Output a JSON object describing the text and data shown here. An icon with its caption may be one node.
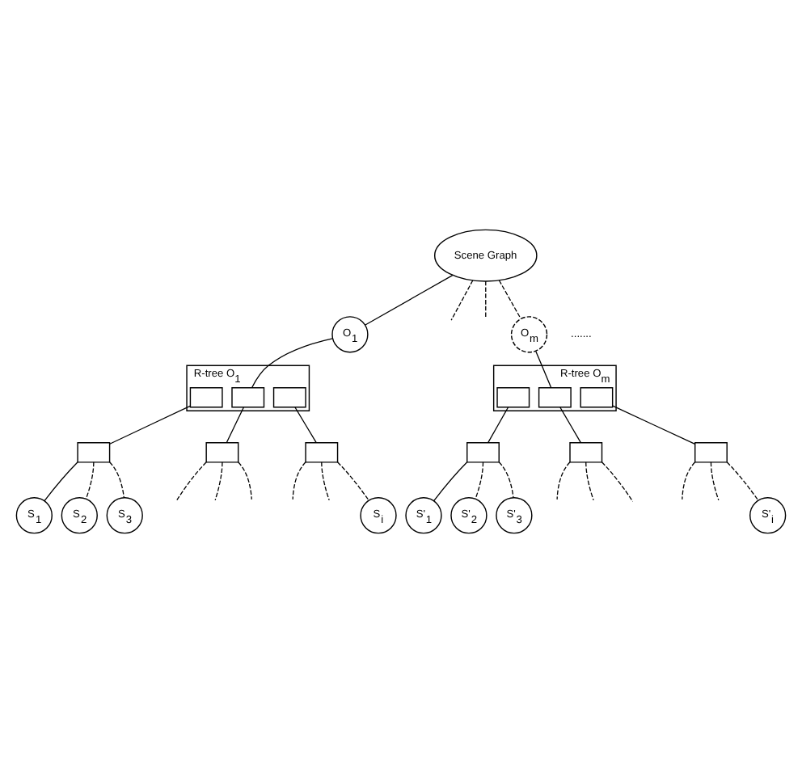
{
  "diagram": {
    "nodes": [
      {
        "text": [
          "Scene Graph"
        ]
      },
      {
        "text": [
          "O$_{1}$"
        ]
      },
      {
        "text": [
          "O$_{m}$"
        ]
      },
      {
        "text": [
          "R-tree O$_{1}$"
        ]
      },
      {
        "text": [],
        "shape": "box",
        "in": 3
      },
      {
        "text": [],
        "shape": "box",
        "in": 3
      },
      {
        "text": [],
        "shape": "box",
        "in": 3
      },
      {
        "text": [],
        "shape": "box"
      },
      {
        "text": [],
        "shape": "box"
      },
      {
        "text": [],
        "shape": "box"
      },
      {
        "text": [
          "S$_{1}$"
        ]
      },
      {
        "text": [
          "S$_{2}$"
        ]
      },
      {
        "text": [
          "S$_{3}$"
        ]
      },
      {
        "text": [
          "S$_{i}$"
        ]
      },
      {
        "text": [
          "R-tree O$_{m}$"
        ]
      },
      {
        "text": [],
        "shape": "box",
        "in": 14
      },
      {
        "text": [],
        "shape": "box",
        "in": 14
      },
      {
        "text": [],
        "shape": "box",
        "in": 14
      },
      {
        "text": [],
        "shape": "box"
      },
      {
        "text": [],
        "shape": "box"
      },
      {
        "text": [],
        "shape": "box"
      },
      {
        "text": [
          "S'$_{1}$"
        ]
      },
      {
        "text": [
          "S'$_{2}$"
        ]
      },
      {
        "text": [
          "S'$_{3}$"
        ]
      },
      {
        "text": [
          "S'$_{i}$"
        ]
      }
    ],
    "edges": [
      {
        "from": 0,
        "to": 1,
        "arrow": "none"
      },
      {
        "from": 0,
        "to": null,
        "arrow": "none",
        "style": "dashed"
      },
      {
        "from": 0,
        "to": null,
        "arrow": "none",
        "style": "dashed"
      },
      {
        "from": 0,
        "to": 2,
        "arrow": "none",
        "style": "dashed"
      },
      {
        "from": 1,
        "to": 5,
        "arrow": "none"
      },
      {
        "from": 2,
        "to": 16,
        "arrow": "none"
      },
      {
        "from": 4,
        "to": 7,
        "arrow": "none"
      },
      {
        "from": 5,
        "to": 8,
        "arrow": "none"
      },
      {
        "from": 6,
        "to": 9,
        "arrow": "none"
      },
      {
        "from": 7,
        "to": 10,
        "arrow": "none"
      },
      {
        "from": 7,
        "to": 11,
        "arrow": "none",
        "style": "dashed"
      },
      {
        "from": 7,
        "to": 12,
        "arrow": "none",
        "style": "dashed"
      },
      {
        "from": 8,
        "to": null,
        "arrow": "none",
        "style": "dashed"
      },
      {
        "from": 8,
        "to": null,
        "arrow": "none",
        "style": "dashed"
      },
      {
        "from": 8,
        "to": null,
        "arrow": "none",
        "style": "dashed"
      },
      {
        "from": 9,
        "to": null,
        "arrow": "none",
        "style": "dashed"
      },
      {
        "from": 9,
        "to": null,
        "arrow": "none",
        "style": "dashed"
      },
      {
        "from": 9,
        "to": 13,
        "arrow": "none",
        "style": "dashed"
      },
      {
        "from": 15,
        "to": 18,
        "arrow": "none"
      },
      {
        "from": 16,
        "to": 19,
        "arrow": "none"
      },
      {
        "from": 17,
        "to": 20,
        "arrow": "none"
      },
      {
        "from": 18,
        "to": 21,
        "arrow": "none"
      },
      {
        "from": 18,
        "to": 22,
        "arrow": "none",
        "style": "dashed"
      },
      {
        "from": 18,
        "to": 23,
        "arrow": "none",
        "style": "dashed"
      },
      {
        "from": 19,
        "to": null,
        "arrow": "none",
        "style": "dashed"
      },
      {
        "from": 19,
        "to": null,
        "arrow": "none",
        "style": "dashed"
      },
      {
        "from": 19,
        "to": null,
        "arrow": "none",
        "style": "dashed"
      },
      {
        "from": 20,
        "to": null,
        "arrow": "none",
        "style": "dashed"
      },
      {
        "from": 20,
        "to": null,
        "arrow": "none",
        "style": "dashed"
      },
      {
        "from": 20,
        "to": 24,
        "arrow": "none",
        "style": "dashed"
      }
    ],
    "labels": [
      "......."
    ]
  }
}
